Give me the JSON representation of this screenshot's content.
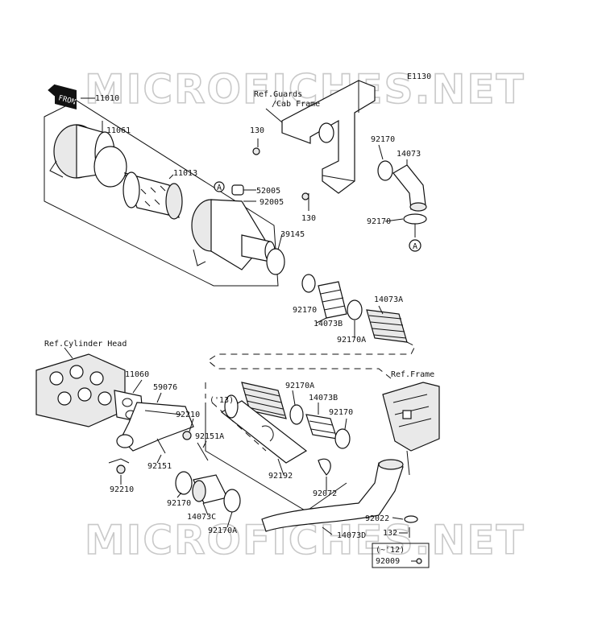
{
  "diagram_code": "E1130",
  "watermark": "MICROFICHES.NET",
  "front_badge": "FRONT",
  "callout_letter": "A",
  "references": {
    "guards": "Ref.Guards",
    "cab_frame": "/Cab Frame",
    "cylinder_head": "Ref.Cylinder Head",
    "frame": "Ref.Frame"
  },
  "year_notes": {
    "from_13": "('13)",
    "to_12": "(~'12)"
  },
  "parts": {
    "p11010": "11010",
    "p11061": "11061",
    "p11013": "11013",
    "p130_a": "130",
    "p130_b": "130",
    "p52005": "52005",
    "p92005": "92005",
    "p39145": "39145",
    "p92170_a": "92170",
    "p14073": "14073",
    "p92170_b": "92170",
    "p92170_c": "92170",
    "p14073B_a": "14073B",
    "p92170A_a": "92170A",
    "p14073A": "14073A",
    "p11060": "11060",
    "p59076": "59076",
    "p92210_a": "92210",
    "p92151A": "92151A",
    "p92151": "92151",
    "p92210_b": "92210",
    "p92170A_b": "92170A",
    "p14073B_b": "14073B",
    "p92170_d": "92170",
    "p92192": "92192",
    "p92072": "92072",
    "p92170_e": "92170",
    "p14073C": "14073C",
    "p92170A_c": "92170A",
    "p14073D": "14073D",
    "p92022": "92022",
    "p132": "132",
    "p92009": "92009"
  }
}
